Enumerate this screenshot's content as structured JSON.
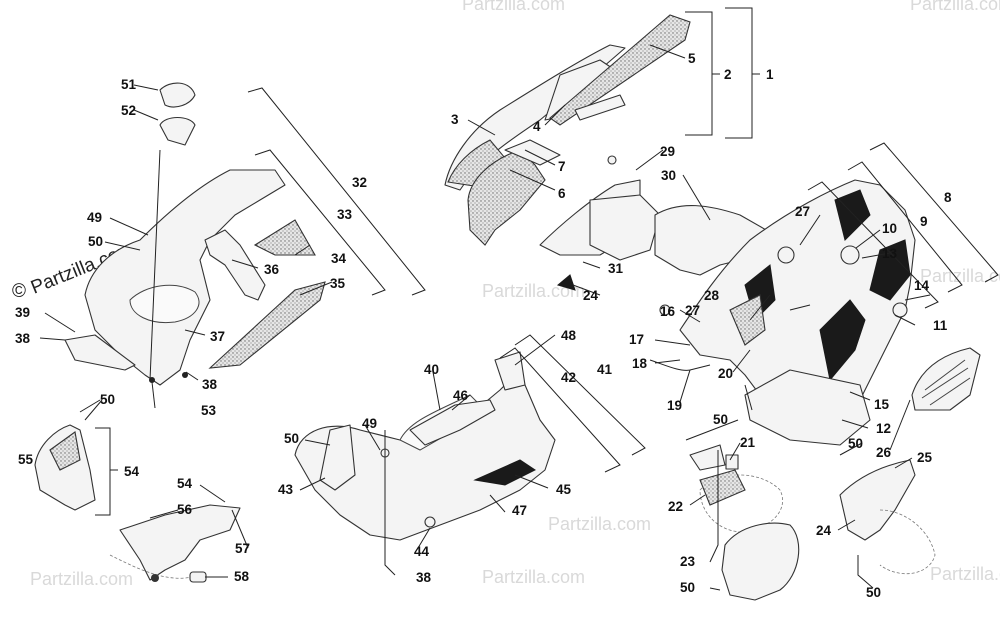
{
  "watermark": {
    "brand": "Partzilla.com",
    "copyright": "©"
  },
  "callouts": {
    "c1": "1",
    "c2": "2",
    "c3": "3",
    "c4": "4",
    "c5": "5",
    "c6": "6",
    "c7": "7",
    "c8": "8",
    "c9": "9",
    "c10": "10",
    "c11": "11",
    "c12": "12",
    "c13": "13",
    "c14": "14",
    "c15": "15",
    "c16": "16",
    "c17": "17",
    "c18": "18",
    "c19": "19",
    "c20": "20",
    "c21": "21",
    "c22": "22",
    "c23": "23",
    "c24": "24",
    "c25": "25",
    "c26": "26",
    "c27": "27",
    "c28": "28",
    "c29": "29",
    "c30": "30",
    "c31": "31",
    "c32": "32",
    "c33": "33",
    "c34": "34",
    "c35": "35",
    "c36": "36",
    "c37": "37",
    "c38": "38",
    "c39": "39",
    "c40": "40",
    "c41": "41",
    "c42": "42",
    "c43": "43",
    "c44": "44",
    "c45": "45",
    "c46": "46",
    "c47": "47",
    "c48": "48",
    "c49": "49",
    "c50": "50",
    "c51": "51",
    "c52": "52",
    "c53": "53",
    "c54": "54",
    "c55": "55",
    "c56": "56",
    "c57": "57",
    "c58": "58"
  }
}
